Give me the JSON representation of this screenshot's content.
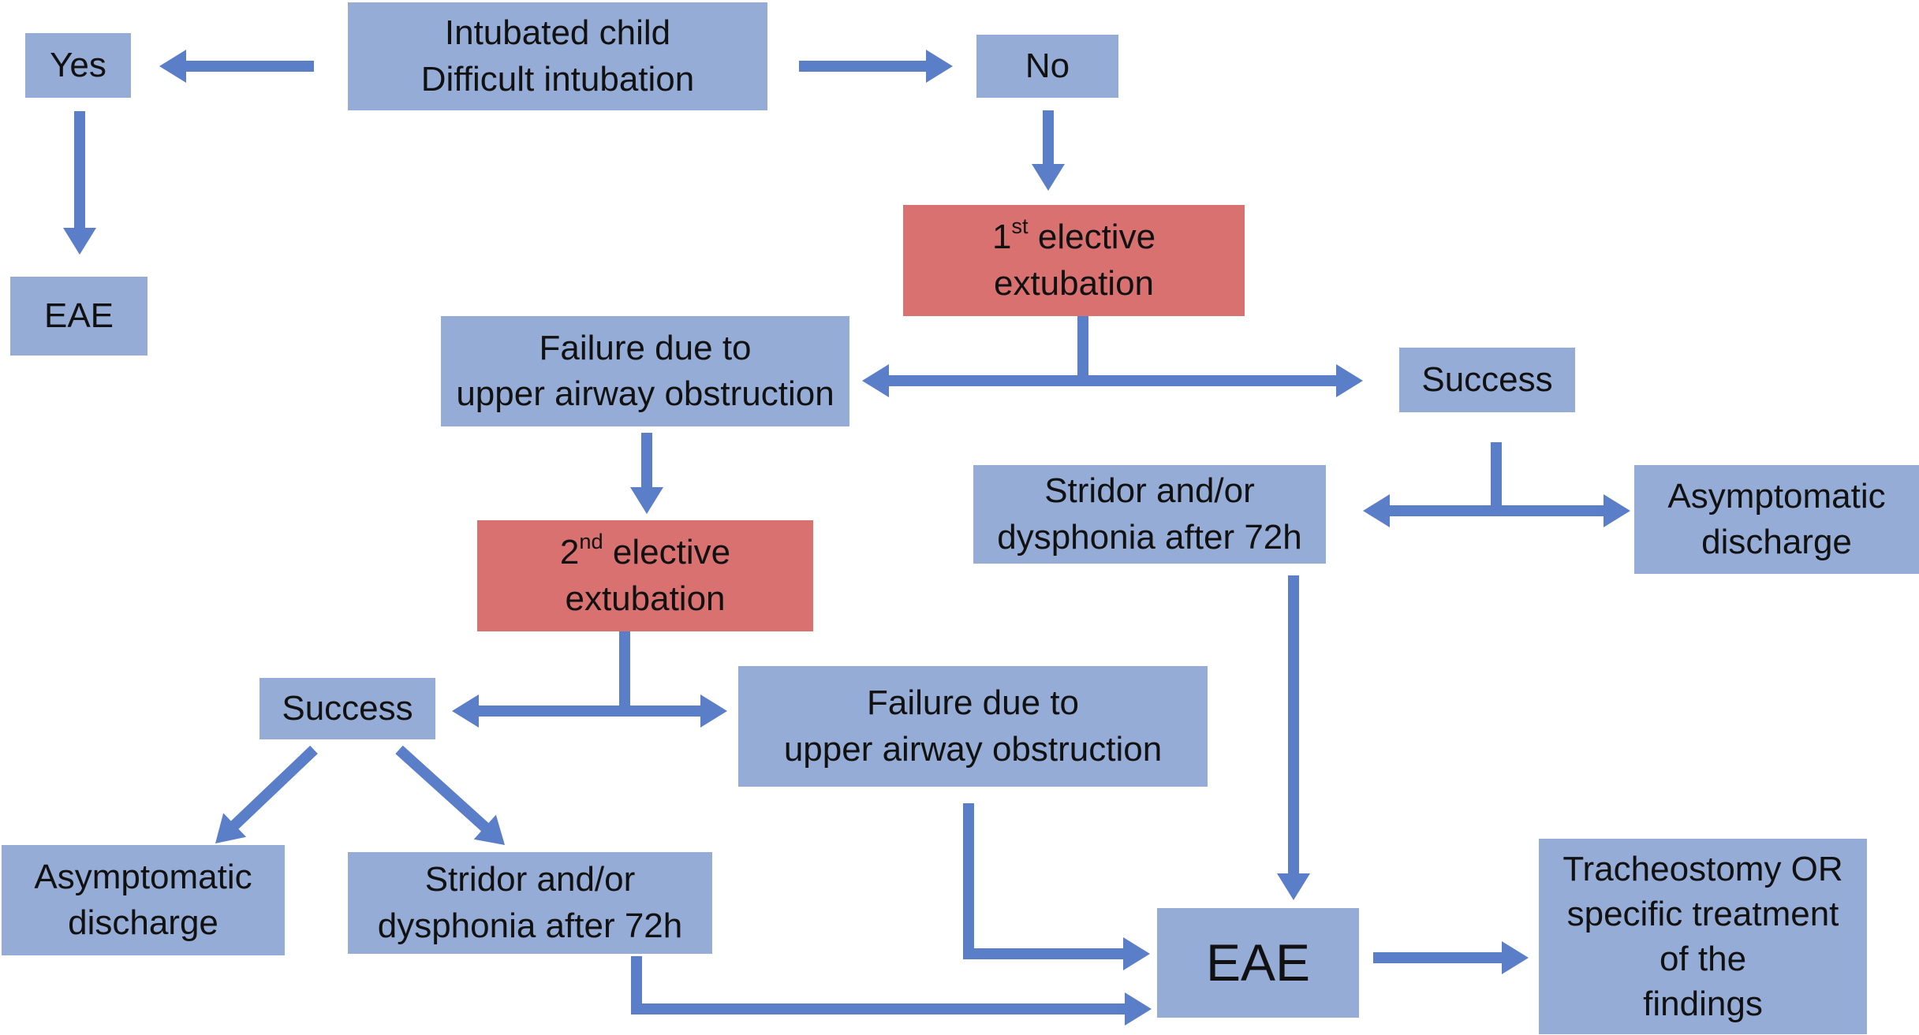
{
  "colors": {
    "box_blue": "#95acd6",
    "box_red": "#d97171",
    "arrow": "#5a7ec8"
  },
  "nodes": {
    "intubated": {
      "line1": "Intubated child",
      "line2": "Difficult intubation"
    },
    "yes": {
      "label": "Yes"
    },
    "no": {
      "label": "No"
    },
    "eae_top": {
      "label": "EAE"
    },
    "first_extubation": {
      "ordinal": "1",
      "suffix": "st",
      "line1_rest": " elective",
      "line2": "extubation"
    },
    "failure1": {
      "line1": "Failure due to",
      "line2": "upper airway obstruction"
    },
    "success1": {
      "label": "Success"
    },
    "stridor1": {
      "line1": "Stridor and/or",
      "line2": "dysphonia after 72h"
    },
    "asymptomatic1": {
      "line1": "Asymptomatic",
      "line2": "discharge"
    },
    "second_extubation": {
      "ordinal": "2",
      "suffix": "nd",
      "line1_rest": " elective",
      "line2": "extubation"
    },
    "success2": {
      "label": "Success"
    },
    "failure2": {
      "line1": "Failure due to",
      "line2": "upper airway obstruction"
    },
    "asymptomatic2": {
      "line1": "Asymptomatic",
      "line2": "discharge"
    },
    "stridor2": {
      "line1": "Stridor and/or",
      "line2": "dysphonia after 72h"
    },
    "eae_main": {
      "label": "EAE"
    },
    "tracheostomy": {
      "line1": "Tracheostomy OR",
      "line2": "specific treatment",
      "line3": "of the",
      "line4": "findings"
    }
  }
}
